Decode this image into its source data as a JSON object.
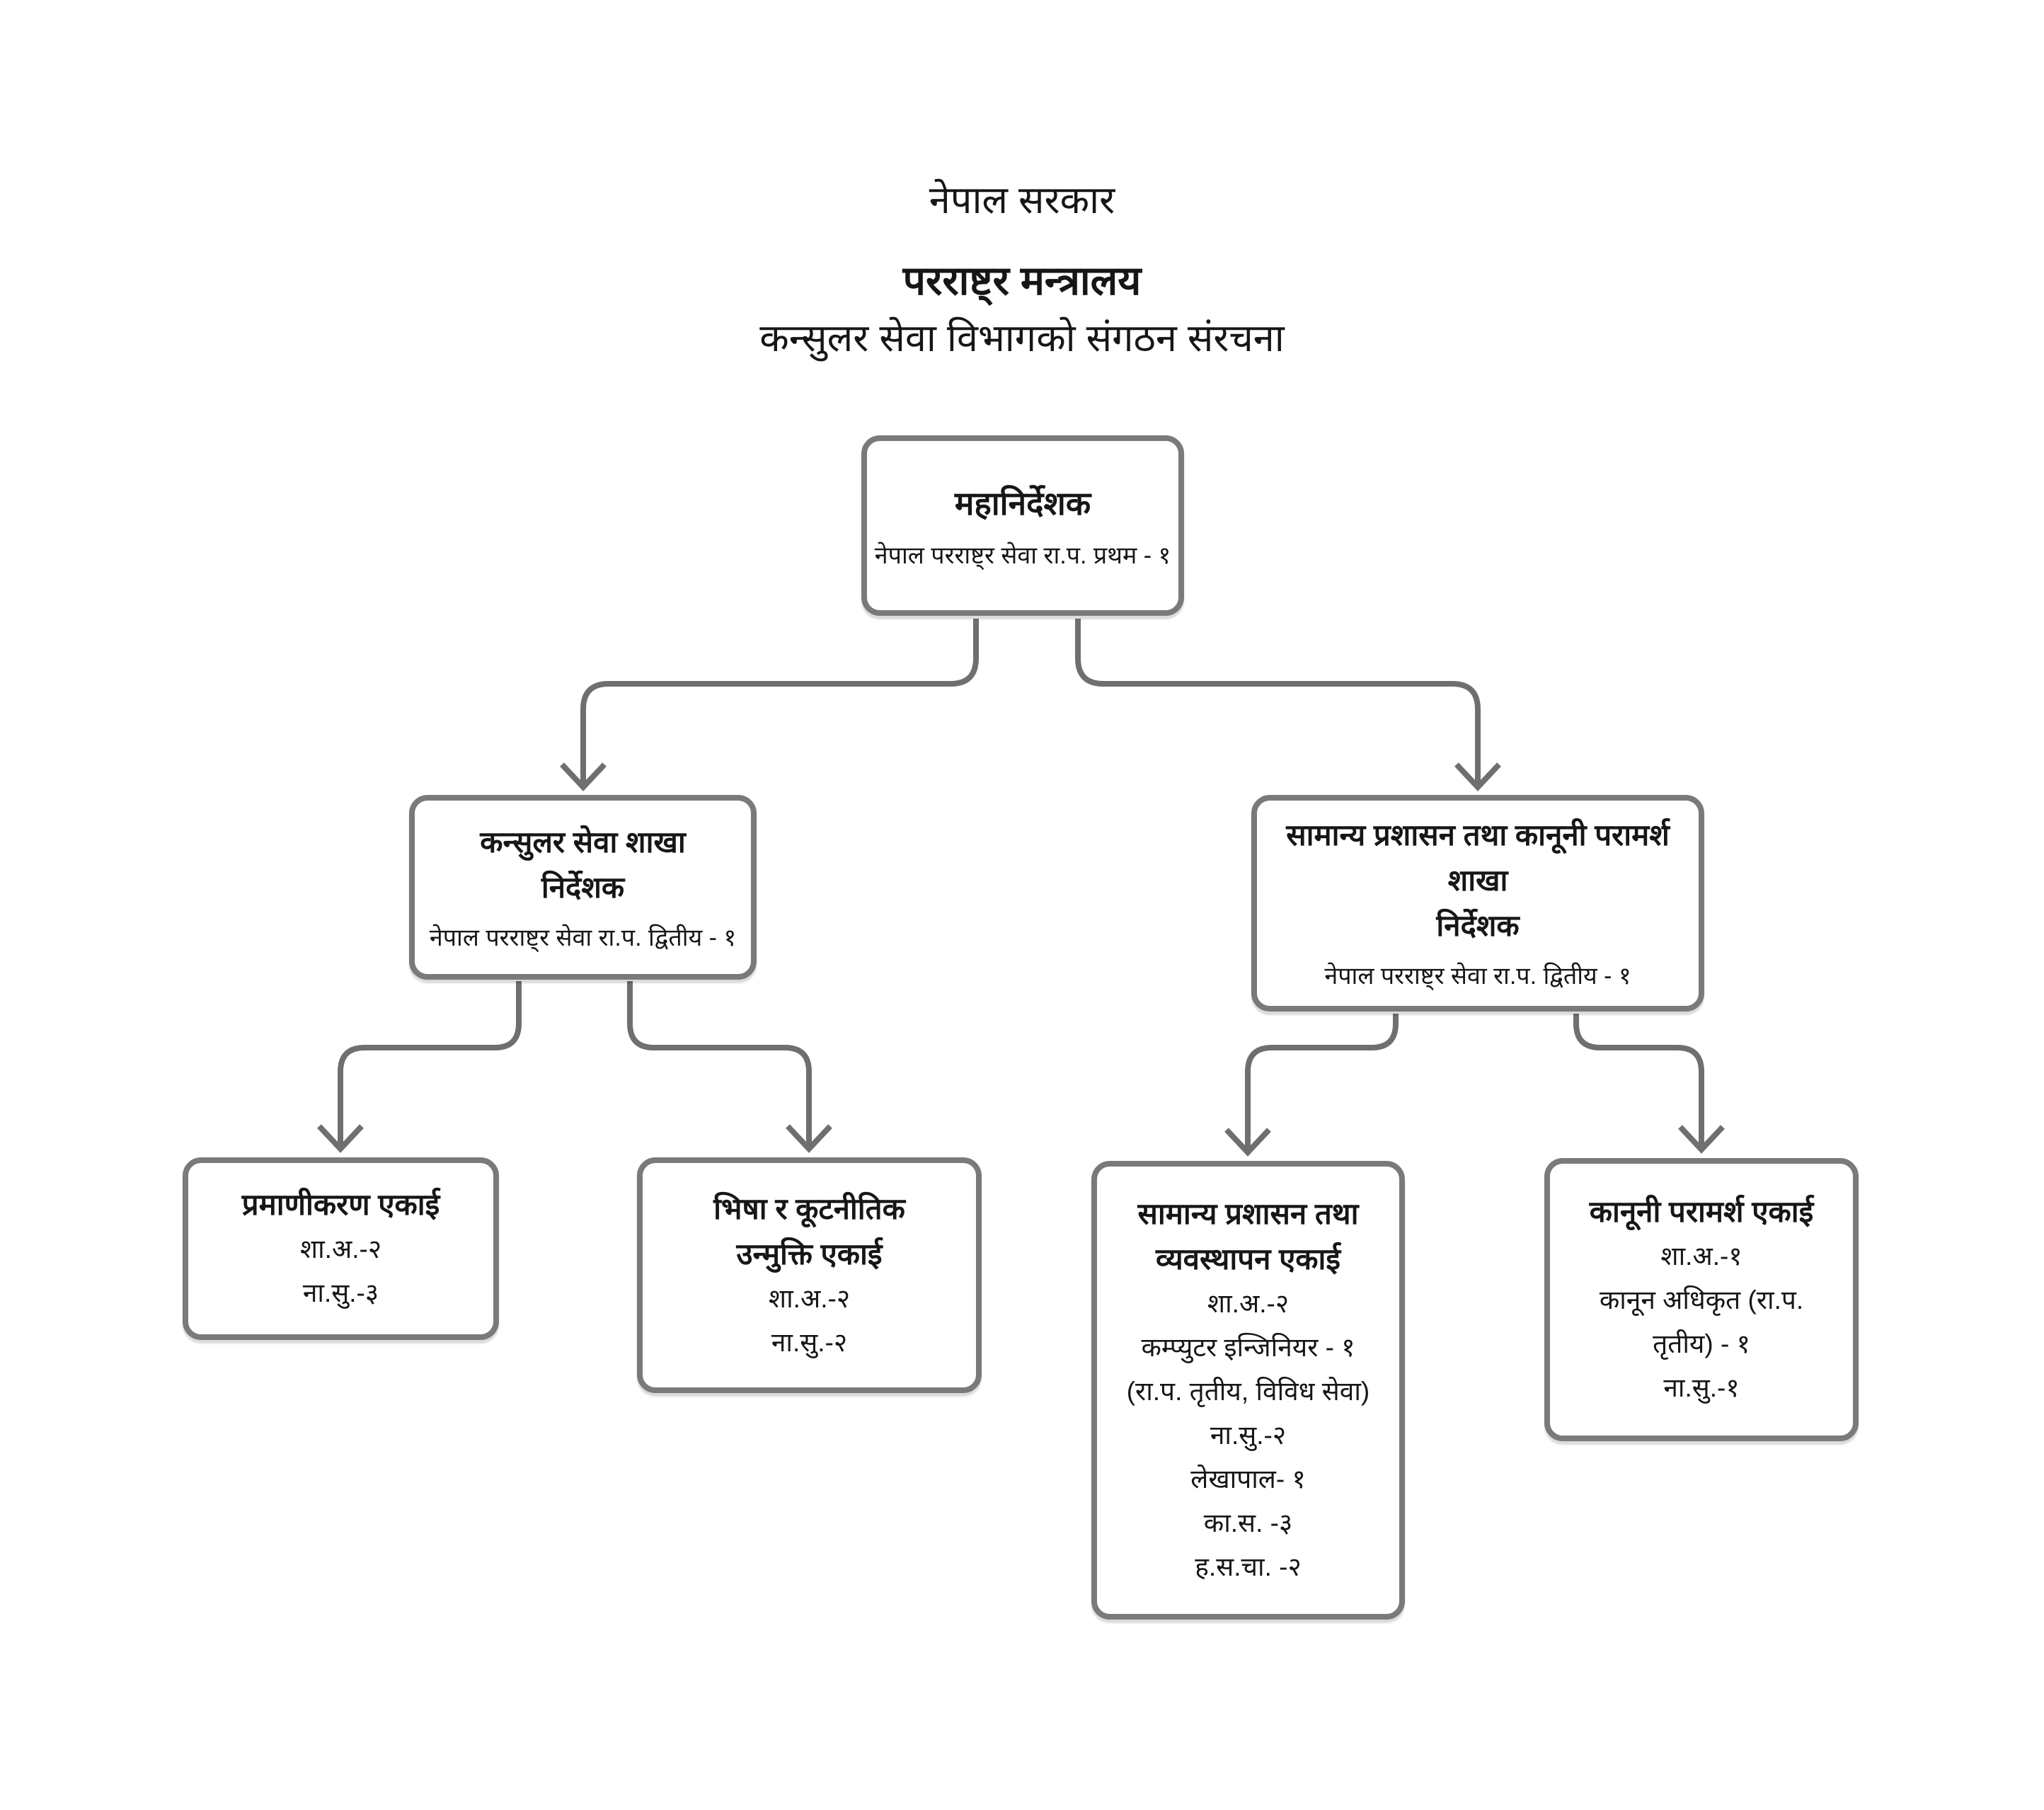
{
  "title": {
    "line1": "नेपाल सरकार",
    "line2": "परराष्ट्र मन्त्रालय",
    "line3": "कन्सुलर सेवा विभागको संगठन संरचना"
  },
  "nodes": {
    "dg": {
      "title": "महानिर्देशक",
      "subtitle": "नेपाल परराष्ट्र सेवा रा.प. प्रथम - १"
    },
    "consular": {
      "title1": "कन्सुलर सेवा शाखा",
      "title2": "निर्देशक",
      "subtitle": "नेपाल परराष्ट्र सेवा रा.प. द्वितीय - १"
    },
    "admin": {
      "title1": "सामान्य प्रशासन तथा कानूनी परामर्श",
      "title2": "शाखा",
      "title3": "निर्देशक",
      "subtitle": "नेपाल परराष्ट्र सेवा रा.प. द्वितीय - १"
    },
    "cert": {
      "title": "प्रमाणीकरण एकाई",
      "lines": [
        "शा.अ.-२",
        "ना.सु.-३"
      ]
    },
    "visa": {
      "title1": "भिषा र कूटनीतिक",
      "title2": "उन्मुक्ति एकाई",
      "lines": [
        "शा.अ.-२",
        "ना.सु.-२"
      ]
    },
    "genadmin": {
      "title1": "सामान्य प्रशासन तथा",
      "title2": "व्यवस्थापन एकाई",
      "lines": [
        "शा.अ.-२",
        "कम्प्युटर इन्जिनियर - १",
        "(रा.प. तृतीय, विविध सेवा)",
        "ना.सु.-२",
        "लेखापाल- १",
        "का.स. -३",
        "ह.स.चा. -२"
      ]
    },
    "legal": {
      "title": "कानूनी परामर्श एकाई",
      "lines": [
        "शा.अ.-१",
        "कानून अधिकृत (रा.प.",
        "तृतीय) - १",
        "ना.सु.-१"
      ]
    }
  },
  "colors": {
    "connector": "#6f6f6f",
    "box_border": "#7a7a7a",
    "text": "#161616"
  }
}
